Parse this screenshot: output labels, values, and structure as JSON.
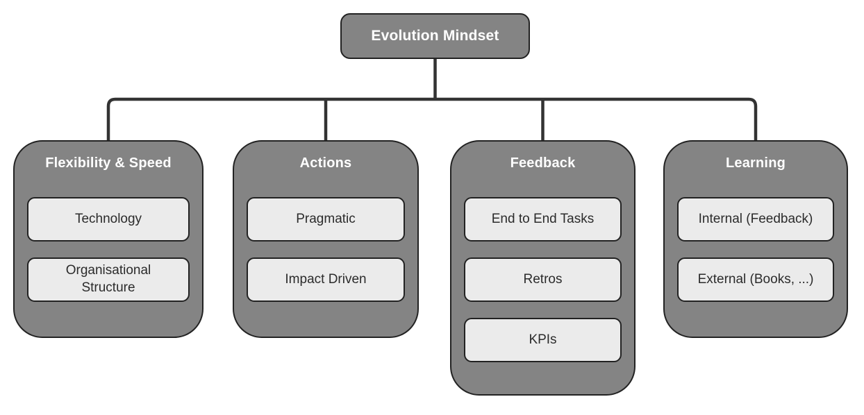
{
  "colors": {
    "background": "#ffffff",
    "node_fill": "#848484",
    "node_border": "#222222",
    "node_text": "#ffffff",
    "item_fill": "#ebebeb",
    "item_border": "#222222",
    "item_text": "#2b2b2b",
    "connector": "#333333"
  },
  "root": {
    "label": "Evolution Mindset"
  },
  "columns": [
    {
      "title": "Flexibility & Speed",
      "items": [
        "Technology",
        "Organisational Structure"
      ]
    },
    {
      "title": "Actions",
      "items": [
        "Pragmatic",
        "Impact Driven"
      ]
    },
    {
      "title": "Feedback",
      "items": [
        "End to End Tasks",
        "Retros",
        "KPIs"
      ]
    },
    {
      "title": "Learning",
      "items": [
        "Internal (Feedback)",
        "External (Books, ...)"
      ]
    }
  ]
}
